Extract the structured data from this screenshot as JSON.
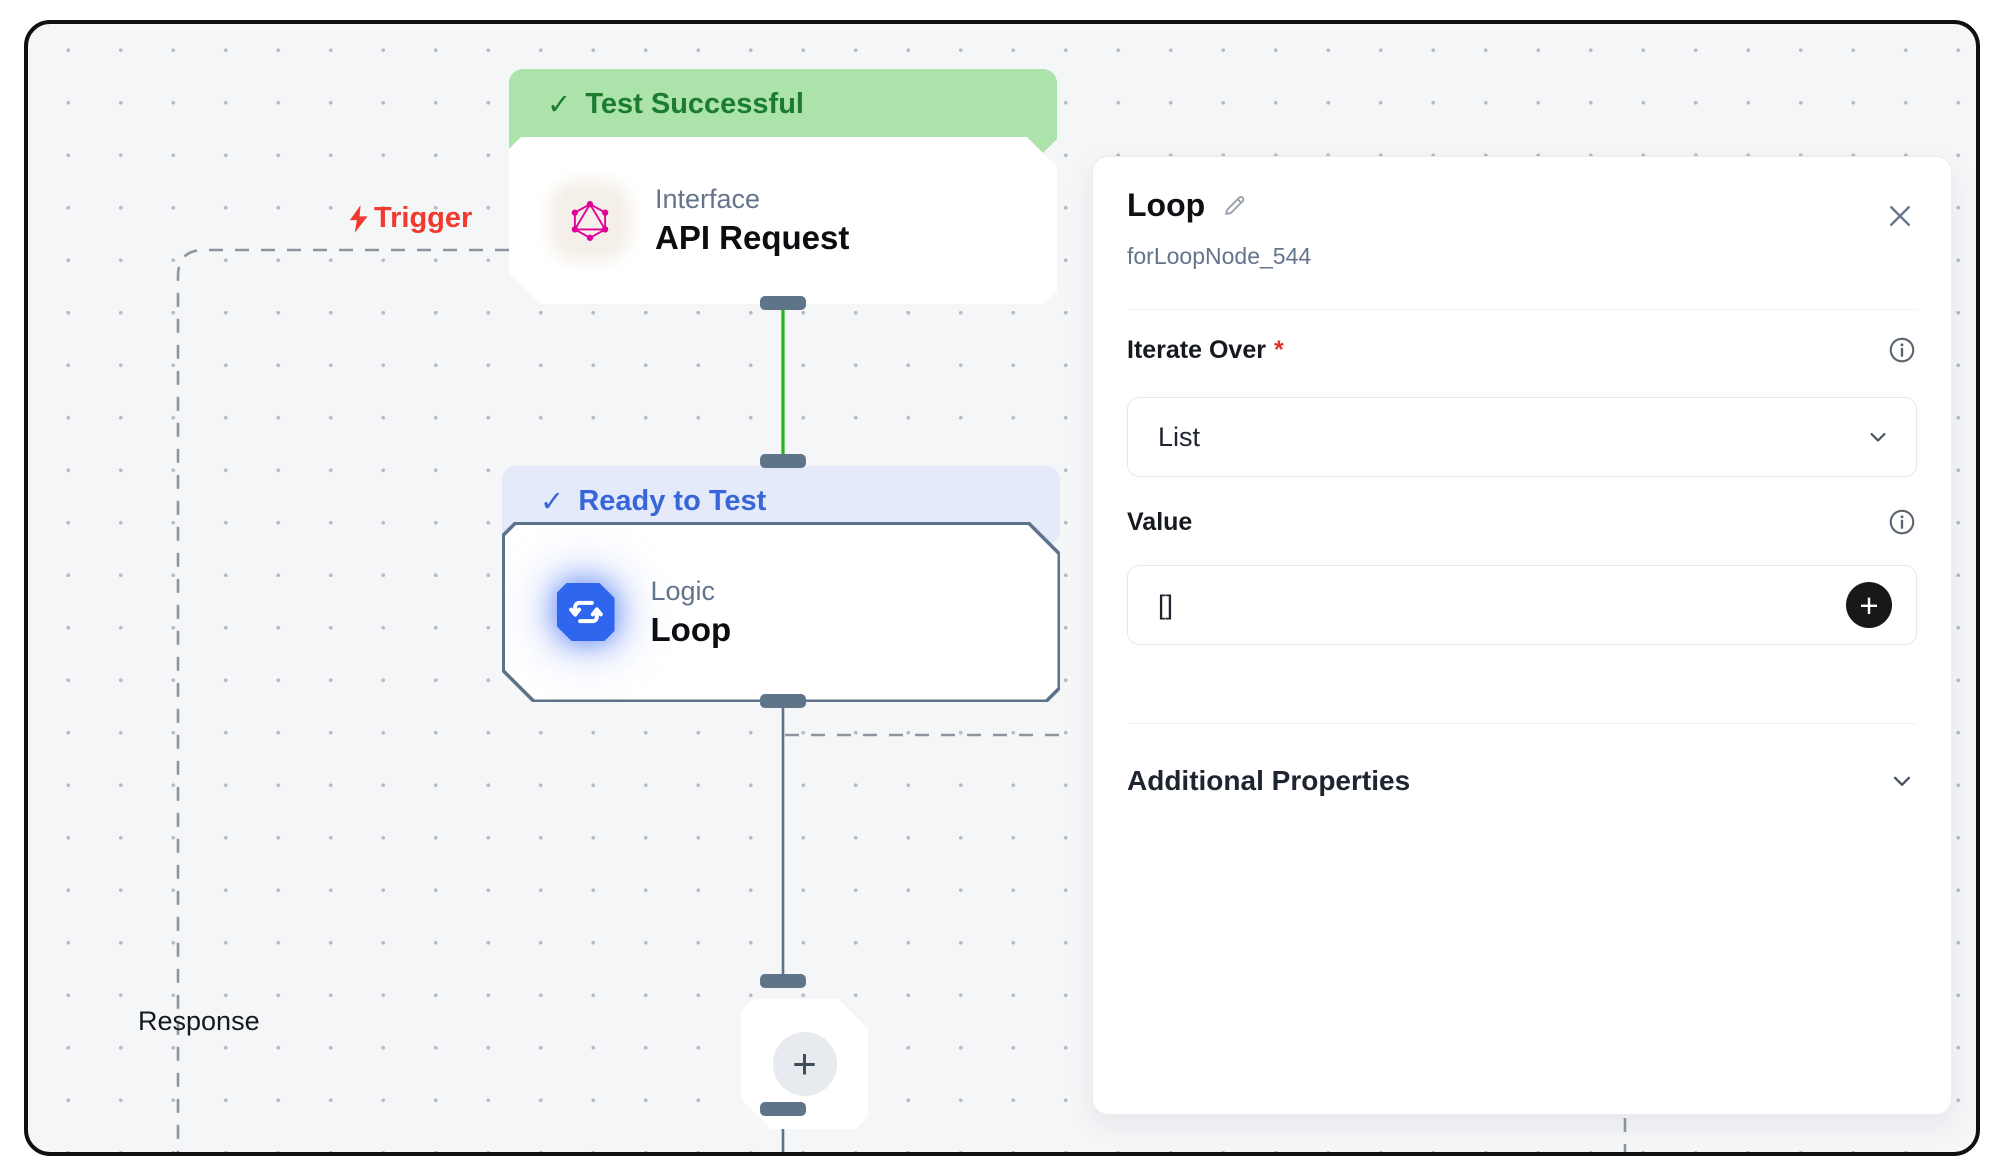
{
  "canvas": {
    "trigger_label": "Trigger",
    "response_label": "Response"
  },
  "nodes": {
    "api": {
      "status": "Test Successful",
      "category": "Interface",
      "title": "API Request"
    },
    "loop": {
      "status": "Ready to Test",
      "category": "Logic",
      "title": "Loop"
    }
  },
  "panel": {
    "title": "Loop",
    "node_id": "forLoopNode_544",
    "iterate_over": {
      "label": "Iterate Over",
      "required_marker": "*",
      "value": "List"
    },
    "value_field": {
      "label": "Value",
      "value": "[]"
    },
    "additional_properties": {
      "label": "Additional Properties"
    }
  },
  "icons": {
    "check": "✓",
    "plus": "+"
  },
  "colors": {
    "canvas_bg": "#f5f6f8",
    "banner_green_bg": "#abe3ab",
    "banner_green_text": "#1b7c2d",
    "banner_blue_bg": "#e4eafa",
    "banner_blue_text": "#3866d8",
    "edge_green": "#25b31f",
    "edge_slate": "#5d7389",
    "node_icon_blue": "#2f66ee",
    "graphql_pink": "#e10098",
    "trigger_red": "#f03a2d",
    "muted_text": "#64748b"
  }
}
